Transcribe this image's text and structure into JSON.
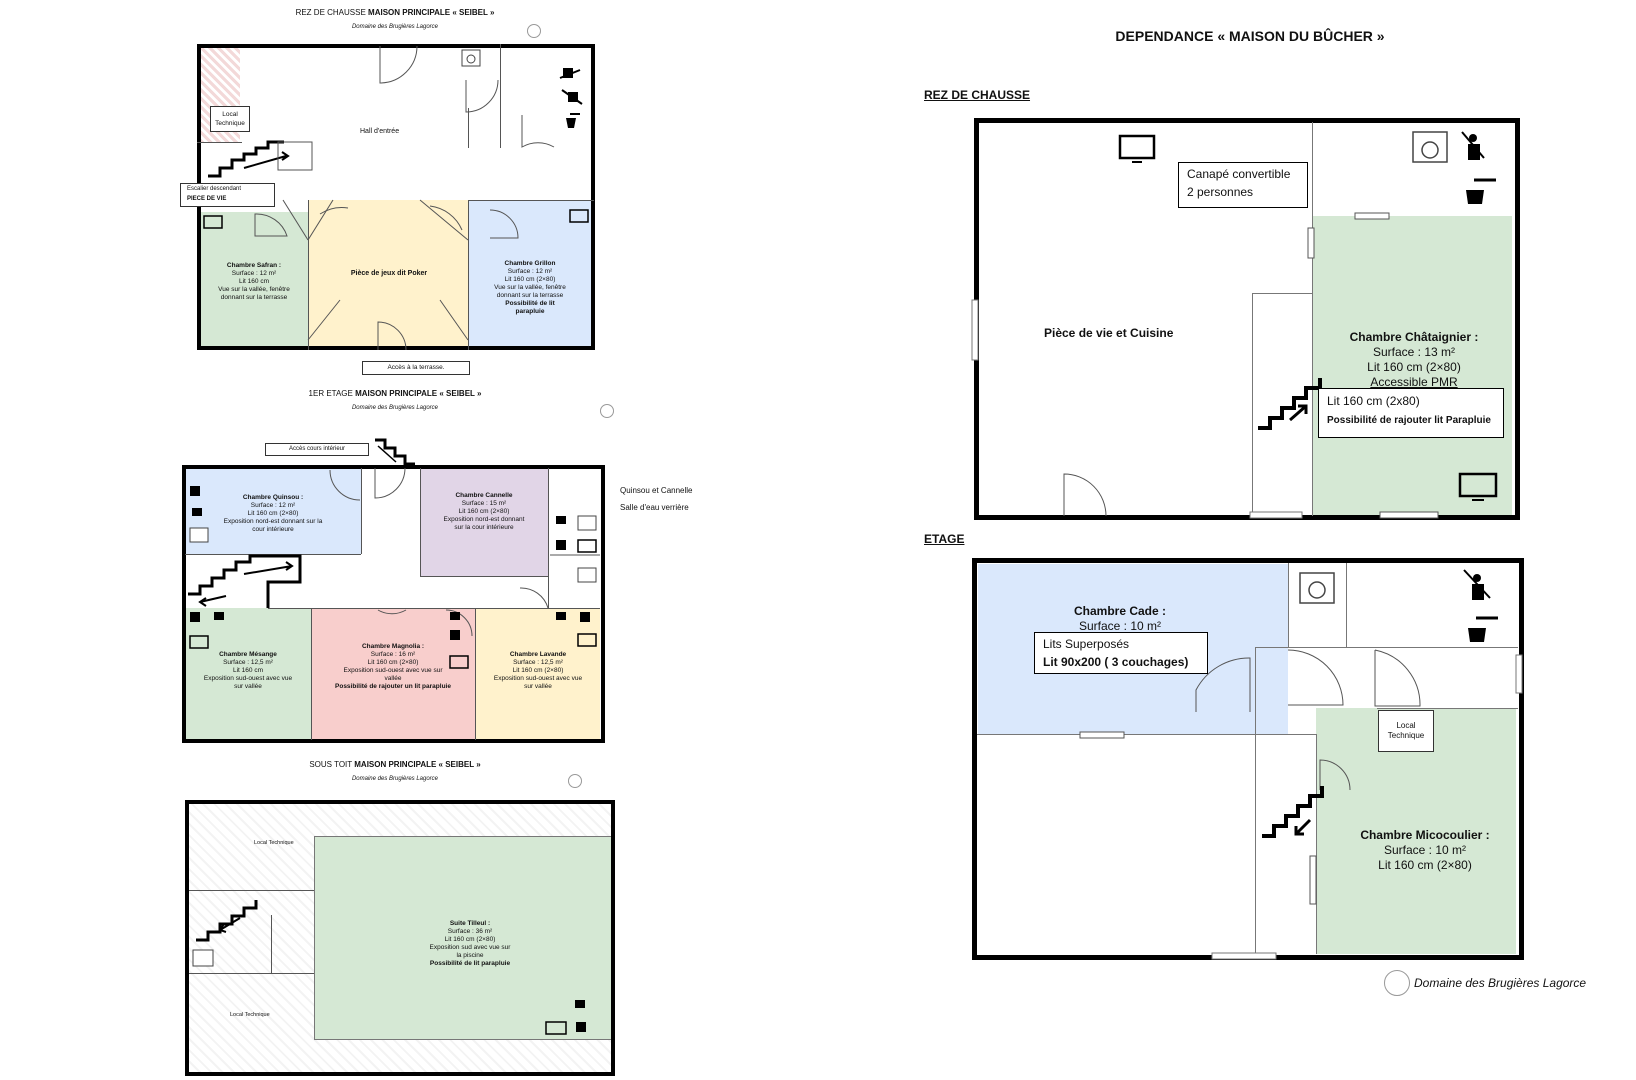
{
  "left": {
    "ground": {
      "title_prefix": "REZ DE CHAUSSE ",
      "title_bold": "MAISON PRINCIPALE « SEIBEL »",
      "subtitle": "Domaine des Brugières Lagorce",
      "local_tech": "Local\nTechnique",
      "hall": "Hall d'entrée",
      "stairs_label_1": "Escalier descendant",
      "stairs_label_2": "PIECE DE VIE",
      "safran_title": "Chambre Safran :",
      "safran_lines": [
        "Surface : 12 m²",
        "Lit 160 cm",
        "Vue sur la vallée, fenêtre",
        "donnant sur la terrasse"
      ],
      "poker": "Pièce de jeux dit Poker",
      "grillon_title": "Chambre Grillon",
      "grillon_lines": [
        "Surface : 12 m²",
        "Lit 160 cm (2×80)",
        "Vue sur la vallée, fenêtre",
        "donnant sur la terrasse"
      ],
      "grillon_bold": "Possibilité de lit parapluie",
      "terrasse": "Accès à la terrasse."
    },
    "first": {
      "title_prefix": "1ER ETAGE ",
      "title_bold": "MAISON PRINCIPALE « SEIBEL »",
      "subtitle": "Domaine des Brugières Lagorce",
      "access": "Accès cours intérieur",
      "side_note_1": "Quinsou et Cannelle",
      "side_note_2": "Salle d'eau verrière",
      "quinsou_title": "Chambre Quinsou :",
      "quinsou_lines": [
        "Surface : 12 m²",
        "Lit 160 cm (2×80)",
        "Exposition nord-est donnant sur la",
        "cour intérieure"
      ],
      "cannelle_title": "Chambre Cannelle",
      "cannelle_lines": [
        "Surface : 15 m²",
        "Lit 160 cm (2×80)",
        "Exposition nord-est donnant",
        "sur la cour intérieure"
      ],
      "mesange_title": "Chambre Mésange",
      "mesange_lines": [
        "Surface : 12,5 m²",
        "Lit 160 cm",
        "Exposition sud-ouest avec vue",
        "sur vallée"
      ],
      "magnolia_title": "Chambre Magnolia :",
      "magnolia_lines": [
        "Surface : 16 m²",
        "Lit 160 cm (2×80)",
        "Exposition sud-ouest avec vue sur",
        "vallée"
      ],
      "magnolia_bold": "Possibilité de rajouter un lit parapluie",
      "lavande_title": "Chambre Lavande",
      "lavande_lines": [
        "Surface : 12,5 m²",
        "Lit 160 cm (2×80)",
        "Exposition sud-ouest avec vue",
        "sur vallée"
      ]
    },
    "attic": {
      "title_prefix": "SOUS TOIT ",
      "title_bold": "MAISON PRINCIPALE « SEIBEL »",
      "subtitle": "Domaine des Brugières Lagorce",
      "local_tech_1": "Local Technique",
      "local_tech_2": "Local Technique",
      "tilleul_title": "Suite Tilleul :",
      "tilleul_lines": [
        "Surface : 36 m²",
        "Lit 160 cm (2×80)",
        "Exposition sud avec vue sur",
        "la piscine"
      ],
      "tilleul_bold": "Possibilité de lit parapluie"
    }
  },
  "right": {
    "title": "DEPENDANCE « MAISON DU BÛCHER »",
    "ground_label": "REZ DE CHAUSSE",
    "canape_1": "Canapé convertible",
    "canape_2": "2 personnes",
    "piece_vie": "Pièce de vie et Cuisine",
    "chataignier_title": "Chambre Châtaignier :",
    "chataignier_surface": "Surface : 13 m²",
    "chataignier_lit": "Lit 160 cm (2×80)",
    "chataignier_pmr": "Accessible PMR",
    "chataignier_box_1": "Lit 160 cm (2x80)",
    "chataignier_box_2": "Possibilité de rajouter lit Parapluie",
    "etage_label": "ETAGE",
    "cade_title": "Chambre Cade :",
    "cade_surface": "Surface : 10 m²",
    "cade_box_1": "Lits Superposés",
    "cade_box_2": "Lit 90x200 ( 3 couchages)",
    "local_tech": "Local\nTechnique",
    "micocoulier_title": "Chambre Micocoulier :",
    "micocoulier_surface": "Surface : 10 m²",
    "micocoulier_lit": "Lit 160 cm (2×80)",
    "footer": "Domaine des Brugières Lagorce"
  },
  "colors": {
    "green": "#d5e8d4",
    "yellow": "#fff2cc",
    "blue": "#dae8fc",
    "purple": "#e1d5e7",
    "pink": "#f8cecc"
  },
  "icons": [
    "tv-icon",
    "shower-icon",
    "sink-icon",
    "toilet-icon",
    "stairs-icon",
    "logo-icon"
  ]
}
